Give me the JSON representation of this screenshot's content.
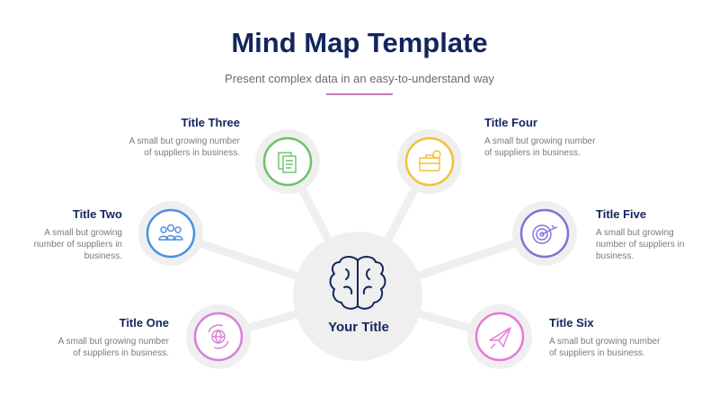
{
  "header": {
    "title": "Mind Map Template",
    "subtitle": "Present complex data in an easy-to-understand way"
  },
  "center": {
    "label": "Your Title",
    "icon": "brain-icon"
  },
  "nodes": [
    {
      "id": "one",
      "title": "Title One",
      "desc_line1": "A small but growing number",
      "desc_line2": "of suppliers in business.",
      "icon": "globe-cycle-icon",
      "color": "#d77fd6"
    },
    {
      "id": "two",
      "title": "Title Two",
      "desc_line1": "A small but growing",
      "desc_line2": "number of suppliers in",
      "desc_line3": "business.",
      "icon": "team-icon",
      "color": "#4a90e2"
    },
    {
      "id": "three",
      "title": "Title Three",
      "desc_line1": "A small but growing number",
      "desc_line2": "of suppliers in business.",
      "icon": "documents-icon",
      "color": "#6cc16a"
    },
    {
      "id": "four",
      "title": "Title Four",
      "desc_line1": "A small but growing number",
      "desc_line2": "of suppliers in business.",
      "icon": "briefcase-icon",
      "color": "#f2c230"
    },
    {
      "id": "five",
      "title": "Title Five",
      "desc_line1": "A small but growing",
      "desc_line2": "number of suppliers in",
      "desc_line3": "business.",
      "icon": "target-icon",
      "color": "#7b74d8"
    },
    {
      "id": "six",
      "title": "Title Six",
      "desc_line1": "A small but growing number",
      "desc_line2": "of suppliers in business.",
      "icon": "paper-plane-icon",
      "color": "#e678d6"
    }
  ],
  "colors": {
    "accent": "#12255e",
    "underline": "#c77bb7",
    "bubble": "#efefef"
  }
}
